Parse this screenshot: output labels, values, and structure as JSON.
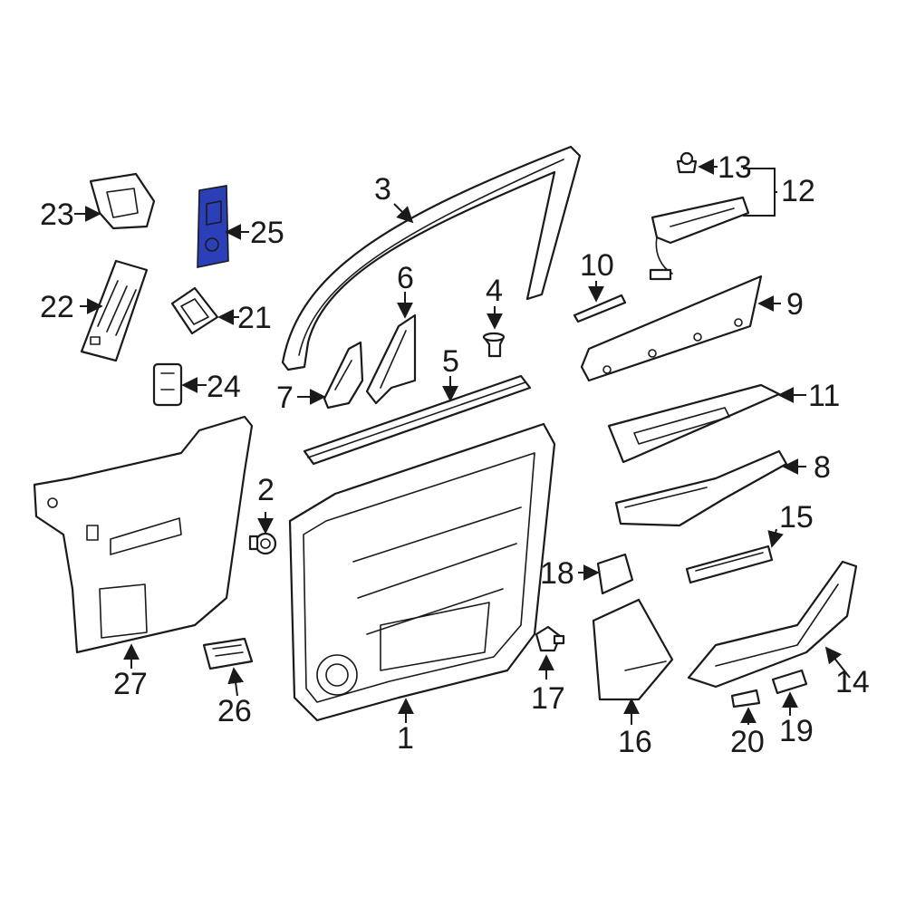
{
  "colors": {
    "line": "#1a1a1a",
    "background": "#ffffff",
    "highlight": "#2b3fb8"
  },
  "highlighted_part": "25",
  "callouts": {
    "c1": "1",
    "c2": "2",
    "c3": "3",
    "c4": "4",
    "c5": "5",
    "c6": "6",
    "c7": "7",
    "c8": "8",
    "c9": "9",
    "c10": "10",
    "c11": "11",
    "c12": "12",
    "c13": "13",
    "c14": "14",
    "c15": "15",
    "c16": "16",
    "c17": "17",
    "c18": "18",
    "c19": "19",
    "c20": "20",
    "c21": "21",
    "c22": "22",
    "c23": "23",
    "c24": "24",
    "c25": "25",
    "c26": "26",
    "c27": "27"
  }
}
